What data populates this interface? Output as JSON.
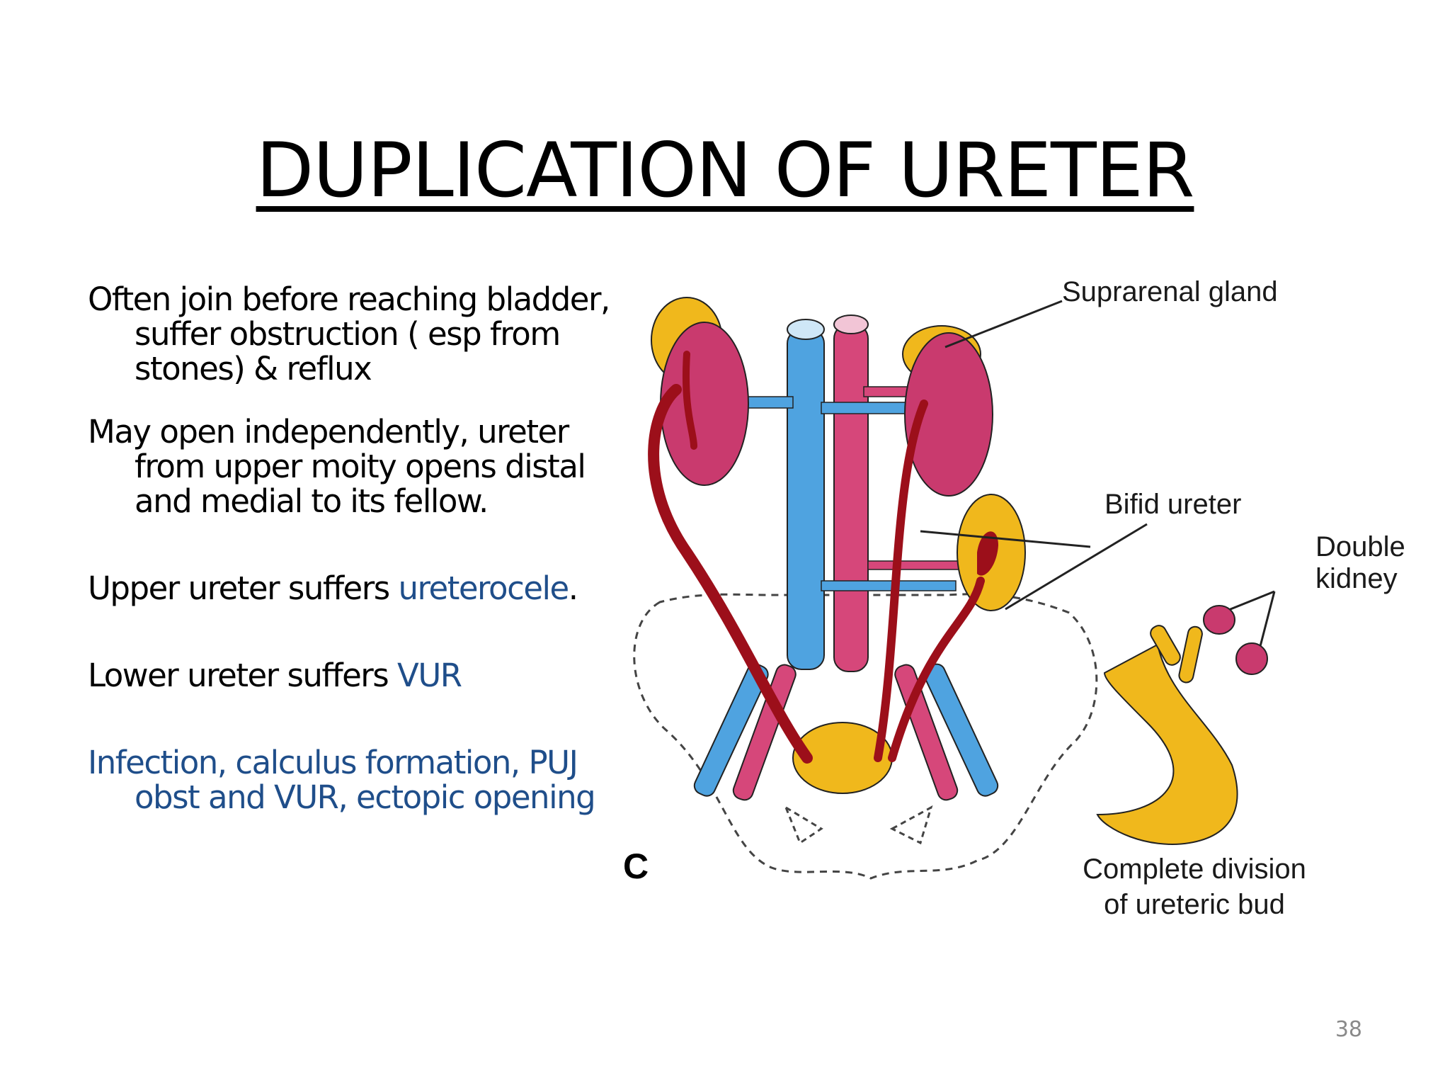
{
  "slide": {
    "title": "DUPLICATION OF URETER",
    "page_number": "38"
  },
  "bullets": [
    {
      "text": "Often join before reaching bladder, suffer obstruction ( esp from stones) & reflux"
    },
    {
      "text": "May open independently, ureter from upper moity opens distal and medial to its fellow."
    },
    {
      "text_a": "Upper ureter suffers ",
      "highlight": "ureterocele",
      "text_b": "."
    },
    {
      "text_a": "Lower  ureter suffers ",
      "highlight": "VUR"
    },
    {
      "highlight": "Infection, calculus formation, PUJ obst and VUR, ectopic opening"
    }
  ],
  "diagram": {
    "panel_letter": "C",
    "labels": {
      "suprarenal_gland": "Suprarenal gland",
      "bifid_ureter": "Bifid ureter",
      "double_kidney_line1": "Double",
      "double_kidney_line2": "kidney",
      "complete_division_line1": "Complete division",
      "complete_division_line2": "of ureteric bud"
    },
    "colors": {
      "kidney": "#c93a6e",
      "suprarenal": "#f0b81c",
      "vein": "#4fa3e0",
      "artery": "#d6477a",
      "ureter": "#9c0f1a",
      "highlight_text": "#1f4e8a"
    }
  }
}
